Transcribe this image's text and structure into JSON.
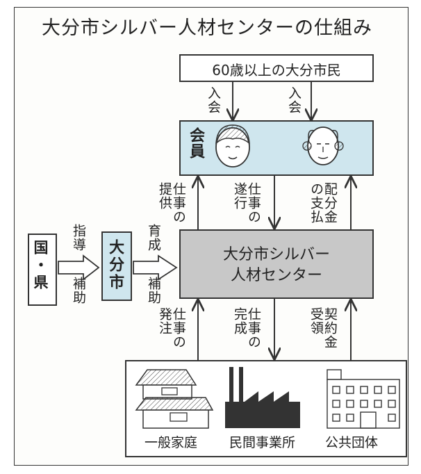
{
  "title": "大分市シルバー人材センターの仕組み",
  "citizens": "60歳以上の大分市民",
  "members": "会員",
  "center": "大分市シルバー\n人材センター",
  "government": "国・県",
  "city": "大分市",
  "flows": {
    "join_left": "入会",
    "join_right": "入会",
    "work_provide": "仕事の提供",
    "work_execute": "仕事の遂行",
    "payout": "配分金の支払",
    "guidance": "指導",
    "support_left": "補助",
    "nurture": "育成",
    "support_right": "補助",
    "order": "仕事の発注",
    "completion": "仕事の完成",
    "contract_fee": "契約金受領"
  },
  "clients": [
    "一般家庭",
    "民間事業所",
    "公共団体"
  ],
  "colors": {
    "blue": "#cfe6ee",
    "gray": "#c8c8c8"
  }
}
